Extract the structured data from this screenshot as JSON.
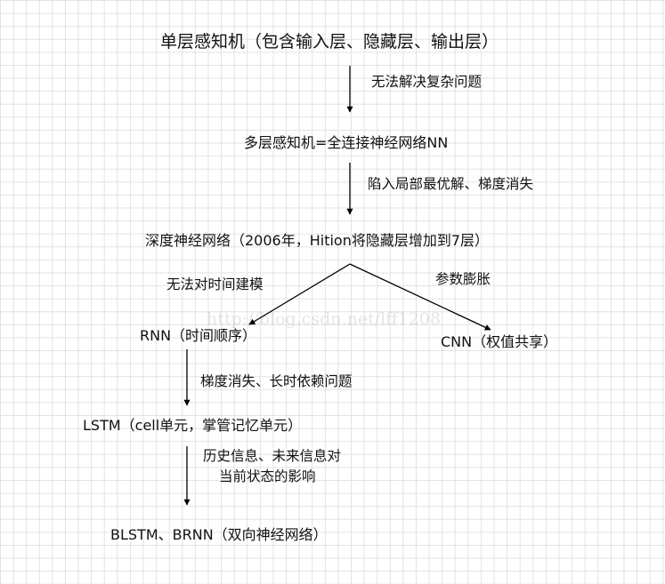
{
  "nodes": {
    "single_perceptron": "单层感知机（包含输入层、隐藏层、输出层）",
    "mlp": "多层感知机=全连接神经网络NN",
    "dnn": "深度神经网络（2006年，Hition将隐藏层增加到7层）",
    "rnn": "RNN（时间顺序）",
    "cnn": "CNN（权值共享）",
    "lstm": "LSTM（cell单元，掌管记忆单元）",
    "blstm": "BLSTM、BRNN（双向神经网络）"
  },
  "edges": {
    "single_to_mlp": "无法解决复杂问题",
    "mlp_to_dnn": "陷入局部最优解、梯度消失",
    "dnn_to_rnn": "无法对时间建模",
    "dnn_to_cnn": "参数膨胀",
    "rnn_to_lstm": "梯度消失、长时依赖问题",
    "lstm_to_blstm_line1": "历史信息、未来信息对",
    "lstm_to_blstm_line2": "当前状态的影响"
  },
  "watermark": "http://blog.csdn.net/lff1208",
  "colors": {
    "arrow": "#000000",
    "grid": "#e2e2e2",
    "background": "#ffffff"
  }
}
